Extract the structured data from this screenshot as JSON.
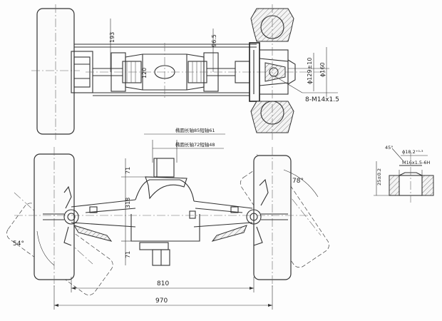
{
  "plan_view": {
    "dim_193": "193",
    "dim_96_5": "96.5",
    "dim_120": "120",
    "dim_phi129": "ϕ129±10",
    "dim_phi160": "ϕ160",
    "dim_8_m14": "8-M14x1.5"
  },
  "front_view": {
    "ellipse_note_1": "椭圆长轴85短轴61",
    "ellipse_note_2": "椭圆长轴72短轴48",
    "dim_71_top": "71",
    "dim_318": "318",
    "dim_71_bottom": "71",
    "angle_78": "78°",
    "angle_54": "54°",
    "dim_810": "810",
    "dim_970": "970"
  },
  "detail_view": {
    "angle_45": "45°",
    "dim_phi18": "ϕ18.2⁺⁰·³",
    "thread": "M16x1.5-6H",
    "dim_25": "25±0.2"
  }
}
